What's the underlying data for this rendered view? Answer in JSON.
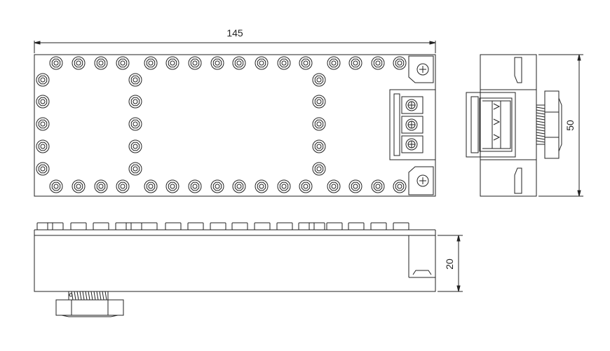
{
  "dimensions": {
    "width": "145",
    "depth": "50",
    "height": "20"
  },
  "colors": {
    "line": "#222222",
    "face": "#ffffff"
  },
  "top_view": {
    "terminal_positions": 3
  }
}
